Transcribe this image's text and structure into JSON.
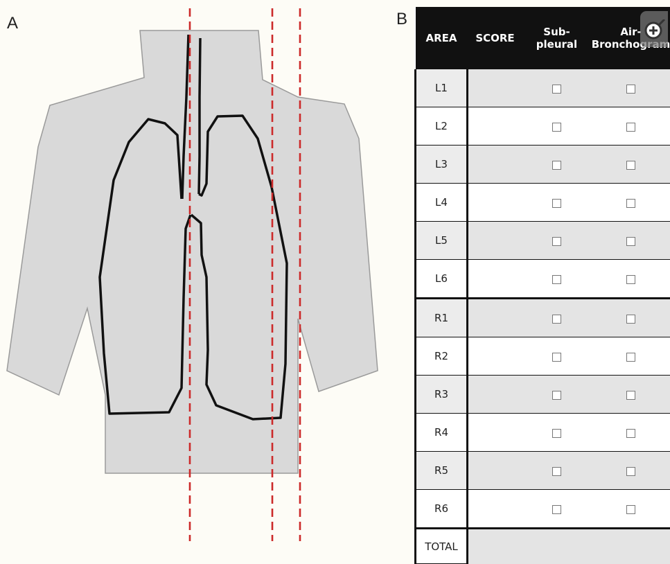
{
  "panels": {
    "a_label": "A",
    "b_label": "B"
  },
  "table": {
    "headers": {
      "area": "AREA",
      "score": "SCORE",
      "subpleural": "Sub-\npleural",
      "air_bronchogram": "Air-\nBronchogram"
    },
    "rows": [
      {
        "area": "L1",
        "shaded": true
      },
      {
        "area": "L2",
        "shaded": false
      },
      {
        "area": "L3",
        "shaded": true
      },
      {
        "area": "L4",
        "shaded": false
      },
      {
        "area": "L5",
        "shaded": true
      },
      {
        "area": "L6",
        "shaded": false
      },
      {
        "area": "R1",
        "shaded": true
      },
      {
        "area": "R2",
        "shaded": false
      },
      {
        "area": "R3",
        "shaded": true
      },
      {
        "area": "R4",
        "shaded": false
      },
      {
        "area": "R5",
        "shaded": true
      },
      {
        "area": "R6",
        "shaded": false
      }
    ],
    "total_label": "TOTAL"
  },
  "colors": {
    "body_fill": "#d9d9d9",
    "lung_outline": "#111111",
    "guide_line": "#cc2a2a",
    "header_bg": "#111111"
  },
  "icons": {
    "zoom": "zoom-in-icon"
  }
}
